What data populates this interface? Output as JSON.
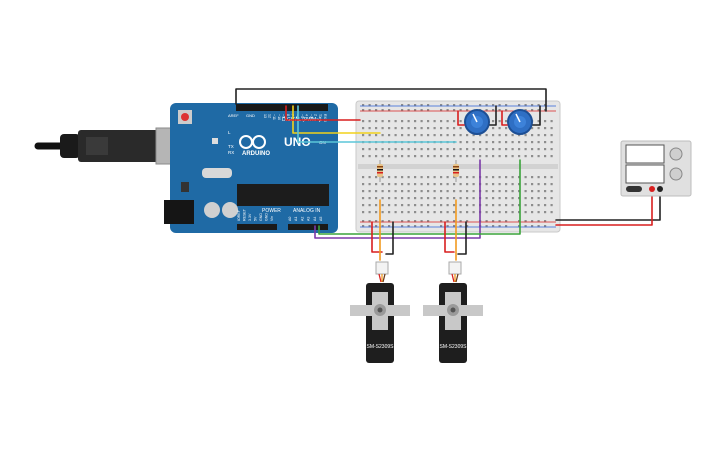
{
  "arduino": {
    "brand": "ARDUINO",
    "model": "UNO",
    "digital_label": "DIGITAL (PWM~)",
    "power_label": "POWER",
    "analog_label": "ANALOG IN",
    "tx_label": "TX",
    "rx_label": "RX",
    "on_label": "ON",
    "l_label": "L",
    "aref_label": "AREF",
    "gnd_label": "GND",
    "power_pins": [
      "IOREF",
      "RESET",
      "3.3V",
      "5V",
      "GND",
      "GND",
      "Vin"
    ],
    "analog_pins": [
      "A0",
      "A1",
      "A2",
      "A3",
      "A4",
      "A5"
    ],
    "digital_pins": [
      "13",
      "12",
      "~11",
      "~10",
      "~9",
      "8",
      "7",
      "~6",
      "~5",
      "4",
      "~3",
      "2",
      "TX 1",
      "RX 0"
    ]
  },
  "servos": [
    {
      "model": "SM-S2309S"
    },
    {
      "model": "SM-S2309S"
    }
  ],
  "colors": {
    "board": "#1f6aa5",
    "breadboard": "#e6e6e6",
    "wire_black": "#222222",
    "wire_red": "#d81f1f",
    "wire_yellow": "#f2d21b",
    "wire_cyan": "#5cc6d8",
    "wire_purple": "#7b3aa8",
    "wire_green": "#3aa33a",
    "wire_orange": "#f29a1f",
    "pot_knob": "#2f6fc4"
  }
}
